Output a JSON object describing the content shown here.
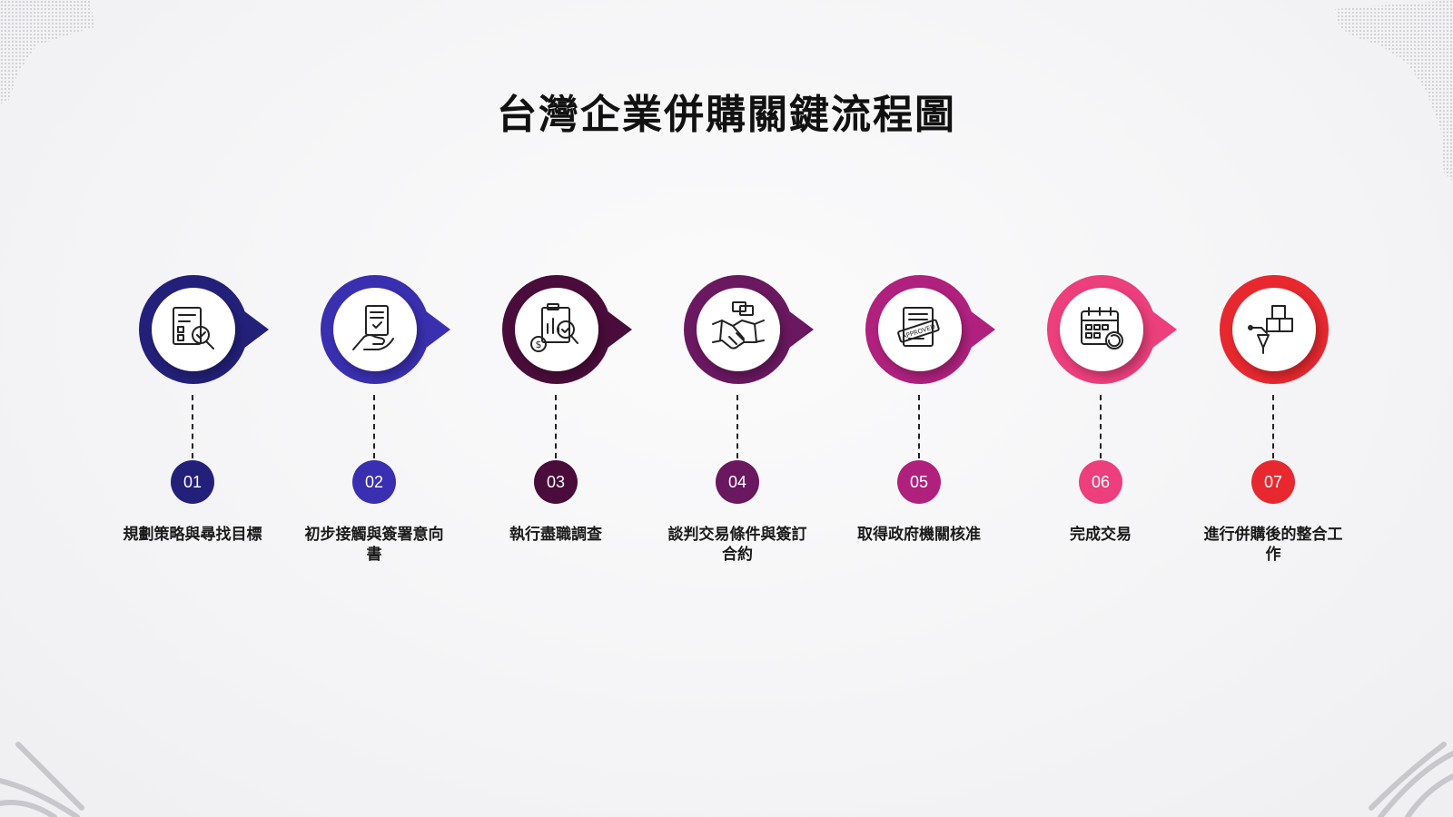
{
  "title": "台灣企業併購關鍵流程圖",
  "steps": [
    {
      "number": "01",
      "label": "規劃策略與尋找目標",
      "color": "#23207a",
      "icon": "document-search-icon"
    },
    {
      "number": "02",
      "label": "初步接觸與簽署意向書",
      "color": "#3a2fb0",
      "icon": "hand-document-icon"
    },
    {
      "number": "03",
      "label": "執行盡職調查",
      "color": "#4a0c3a",
      "icon": "financial-analysis-icon"
    },
    {
      "number": "04",
      "label": "談判交易條件與簽訂合約",
      "color": "#6a1860",
      "icon": "handshake-icon"
    },
    {
      "number": "05",
      "label": "取得政府機關核准",
      "color": "#b0217e",
      "icon": "approved-document-icon"
    },
    {
      "number": "06",
      "label": "完成交易",
      "color": "#ec3f7c",
      "icon": "calendar-icon"
    },
    {
      "number": "07",
      "label": "進行併購後的整合工作",
      "color": "#e8282f",
      "icon": "blocks-integration-icon"
    }
  ]
}
